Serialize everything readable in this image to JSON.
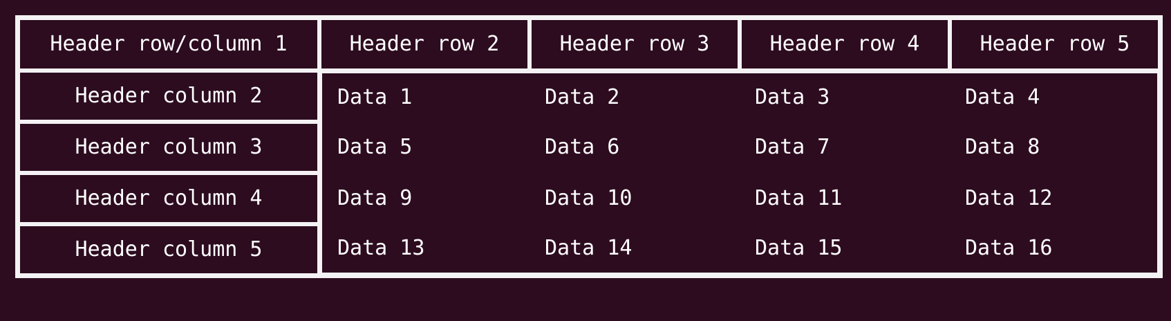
{
  "table": {
    "corner_label": "Header row/column 1",
    "column_headers": [
      "Header row 2",
      "Header row 3",
      "Header row 4",
      "Header row 5"
    ],
    "row_headers": [
      "Header column 2",
      "Header column 3",
      "Header column 4",
      "Header column 5"
    ],
    "rows": [
      [
        "Data 1",
        "Data 2",
        "Data 3",
        "Data 4"
      ],
      [
        "Data 5",
        "Data 6",
        "Data 7",
        "Data 8"
      ],
      [
        "Data 9",
        "Data 10",
        "Data 11",
        "Data 12"
      ],
      [
        "Data 13",
        "Data 14",
        "Data 15",
        "Data 16"
      ]
    ]
  },
  "colors": {
    "background": "#2d0c20",
    "border": "#f4f2f4",
    "text": "#ffffff"
  }
}
